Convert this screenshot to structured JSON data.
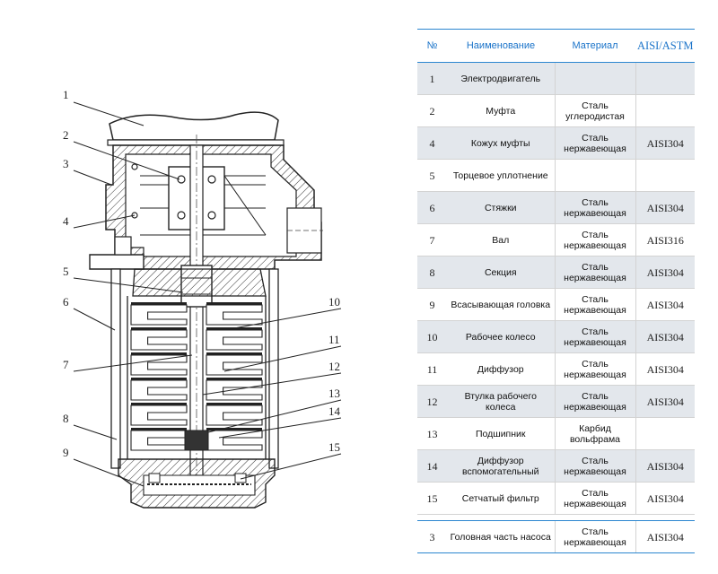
{
  "table": {
    "headers": {
      "num": "№",
      "name": "Наименование",
      "material": "Материал",
      "astm": "AISI/ASTM"
    },
    "rows": [
      {
        "num": "1",
        "name": "Электродвигатель",
        "material": "",
        "astm": ""
      },
      {
        "num": "2",
        "name": "Муфта",
        "material": "Сталь углеродистая",
        "astm": ""
      },
      {
        "num": "4",
        "name": "Кожух муфты",
        "material": "Сталь нержавеющая",
        "astm": "AISI304"
      },
      {
        "num": "5",
        "name": "Торцевое уплотнение",
        "material": "",
        "astm": ""
      },
      {
        "num": "6",
        "name": "Стяжки",
        "material": "Сталь нержавеющая",
        "astm": "AISI304"
      },
      {
        "num": "7",
        "name": "Вал",
        "material": "Сталь нержавеющая",
        "astm": "AISI316"
      },
      {
        "num": "8",
        "name": "Секция",
        "material": "Сталь нержавеющая",
        "astm": "AISI304"
      },
      {
        "num": "9",
        "name": "Всасывающая головка",
        "material": "Сталь нержавеющая",
        "astm": "AISI304"
      },
      {
        "num": "10",
        "name": "Рабочее колесо",
        "material": "Сталь нержавеющая",
        "astm": "AISI304"
      },
      {
        "num": "11",
        "name": "Диффузор",
        "material": "Сталь нержавеющая",
        "astm": "AISI304"
      },
      {
        "num": "12",
        "name": "Втулка рабочего колеса",
        "material": "Сталь нержавеющая",
        "astm": "AISI304"
      },
      {
        "num": "13",
        "name": "Подшипник",
        "material": "Карбид вольфрама",
        "astm": ""
      },
      {
        "num": "14",
        "name": "Диффузор вспомогательный",
        "material": "Сталь нержавеющая",
        "astm": "AISI304"
      },
      {
        "num": "15",
        "name": "Сетчатый фильтр",
        "material": "Сталь нержавеющая",
        "astm": "AISI304"
      },
      {
        "num": "3",
        "name": "Головная часть насоса",
        "material": "Сталь нержавеющая",
        "astm": "AISI304"
      }
    ]
  },
  "diagram": {
    "callouts_left": [
      "1",
      "2",
      "3",
      "4",
      "5",
      "6",
      "7",
      "8",
      "9"
    ],
    "callouts_right": [
      "10",
      "11",
      "12",
      "13",
      "14",
      "15"
    ]
  }
}
